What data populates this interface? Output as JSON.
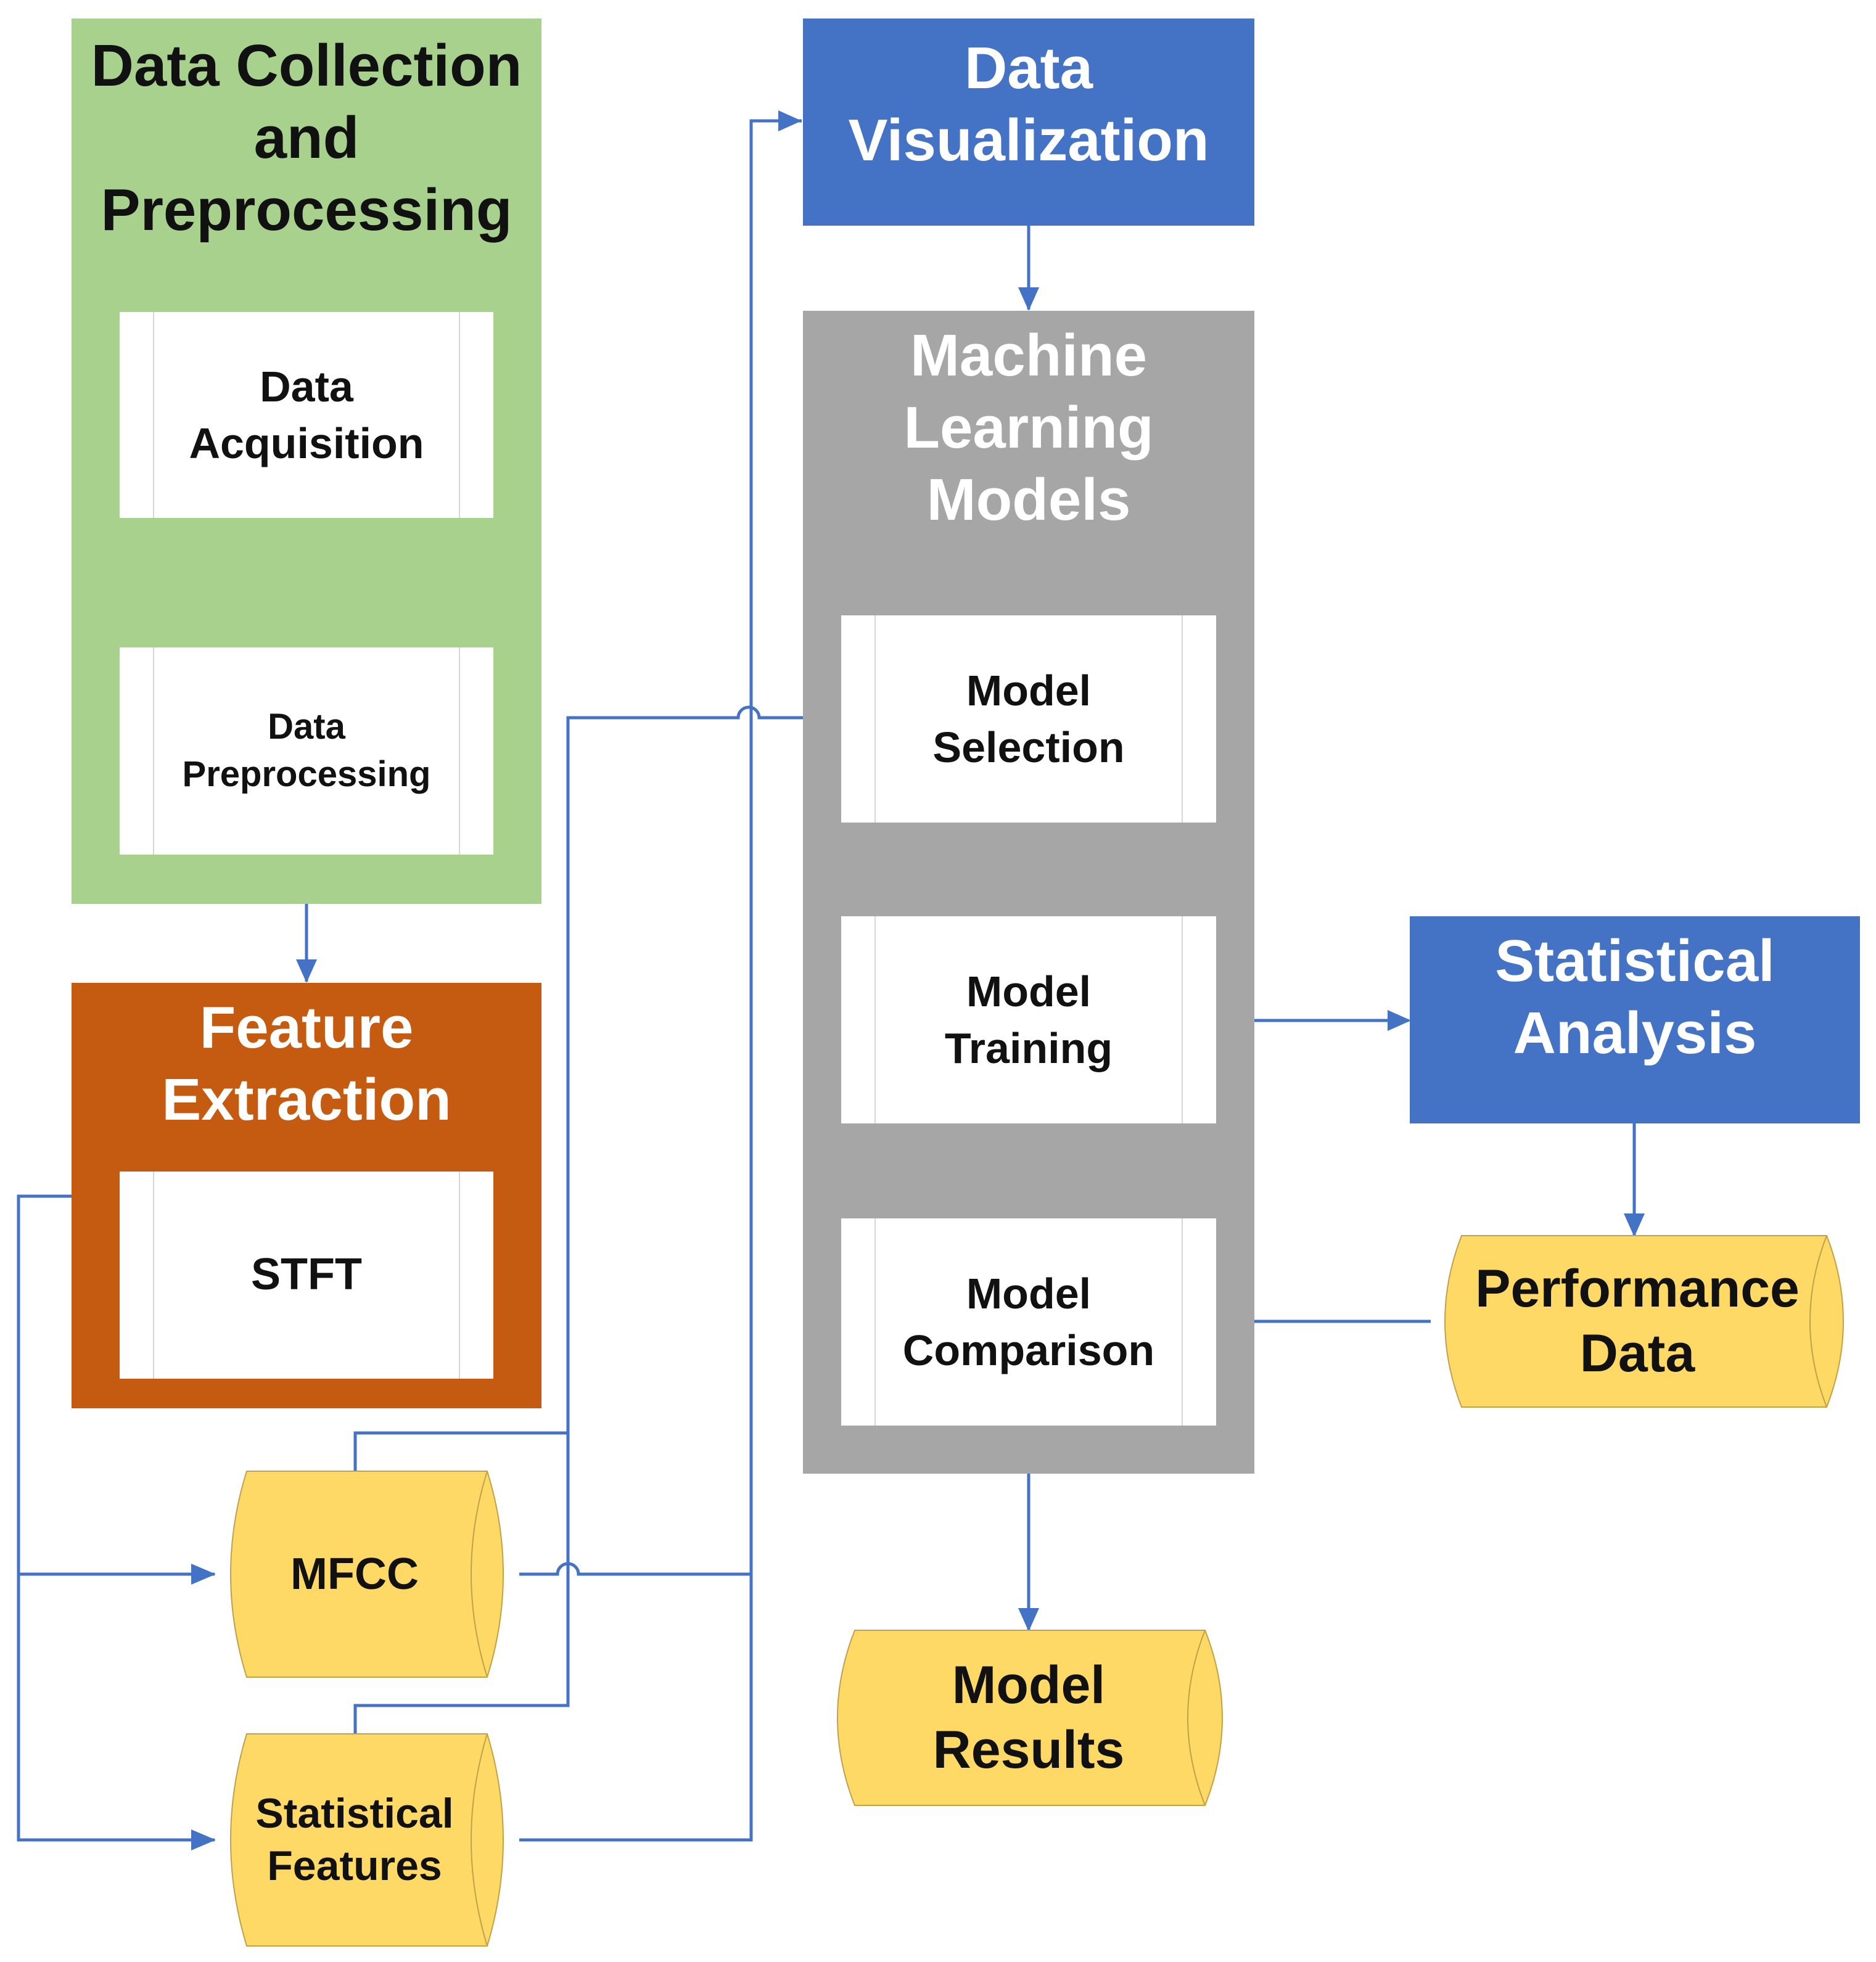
{
  "colors": {
    "green": "#a9d18e",
    "orange": "#c55a11",
    "blue": "#4472c4",
    "gray": "#a6a6a6",
    "yellow": "#ffd966",
    "line": "#4472c4"
  },
  "data_collection": {
    "title_lines": [
      "Data Collection",
      "and",
      "Preprocessing"
    ],
    "acquisition_lines": [
      "Data",
      "Acquisition"
    ],
    "preprocessing_lines": [
      "Data",
      "Preprocessing"
    ]
  },
  "feature_extraction": {
    "title_lines": [
      "Feature",
      "Extraction"
    ],
    "stft": "STFT"
  },
  "data_visualization": {
    "title_lines": [
      "Data",
      "Visualization"
    ]
  },
  "ml_models": {
    "title_lines": [
      "Machine",
      "Learning",
      "Models"
    ],
    "selection_lines": [
      "Model",
      "Selection"
    ],
    "training_lines": [
      "Model",
      "Training"
    ],
    "comparison_lines": [
      "Model",
      "Comparison"
    ]
  },
  "statistical_analysis": {
    "title_lines": [
      "Statistical",
      "Analysis"
    ]
  },
  "stores": {
    "mfcc": "MFCC",
    "statistical_features_lines": [
      "Statistical",
      "Features"
    ],
    "model_results_lines": [
      "Model",
      "Results"
    ],
    "performance_data_lines": [
      "Performance",
      "Data"
    ]
  }
}
